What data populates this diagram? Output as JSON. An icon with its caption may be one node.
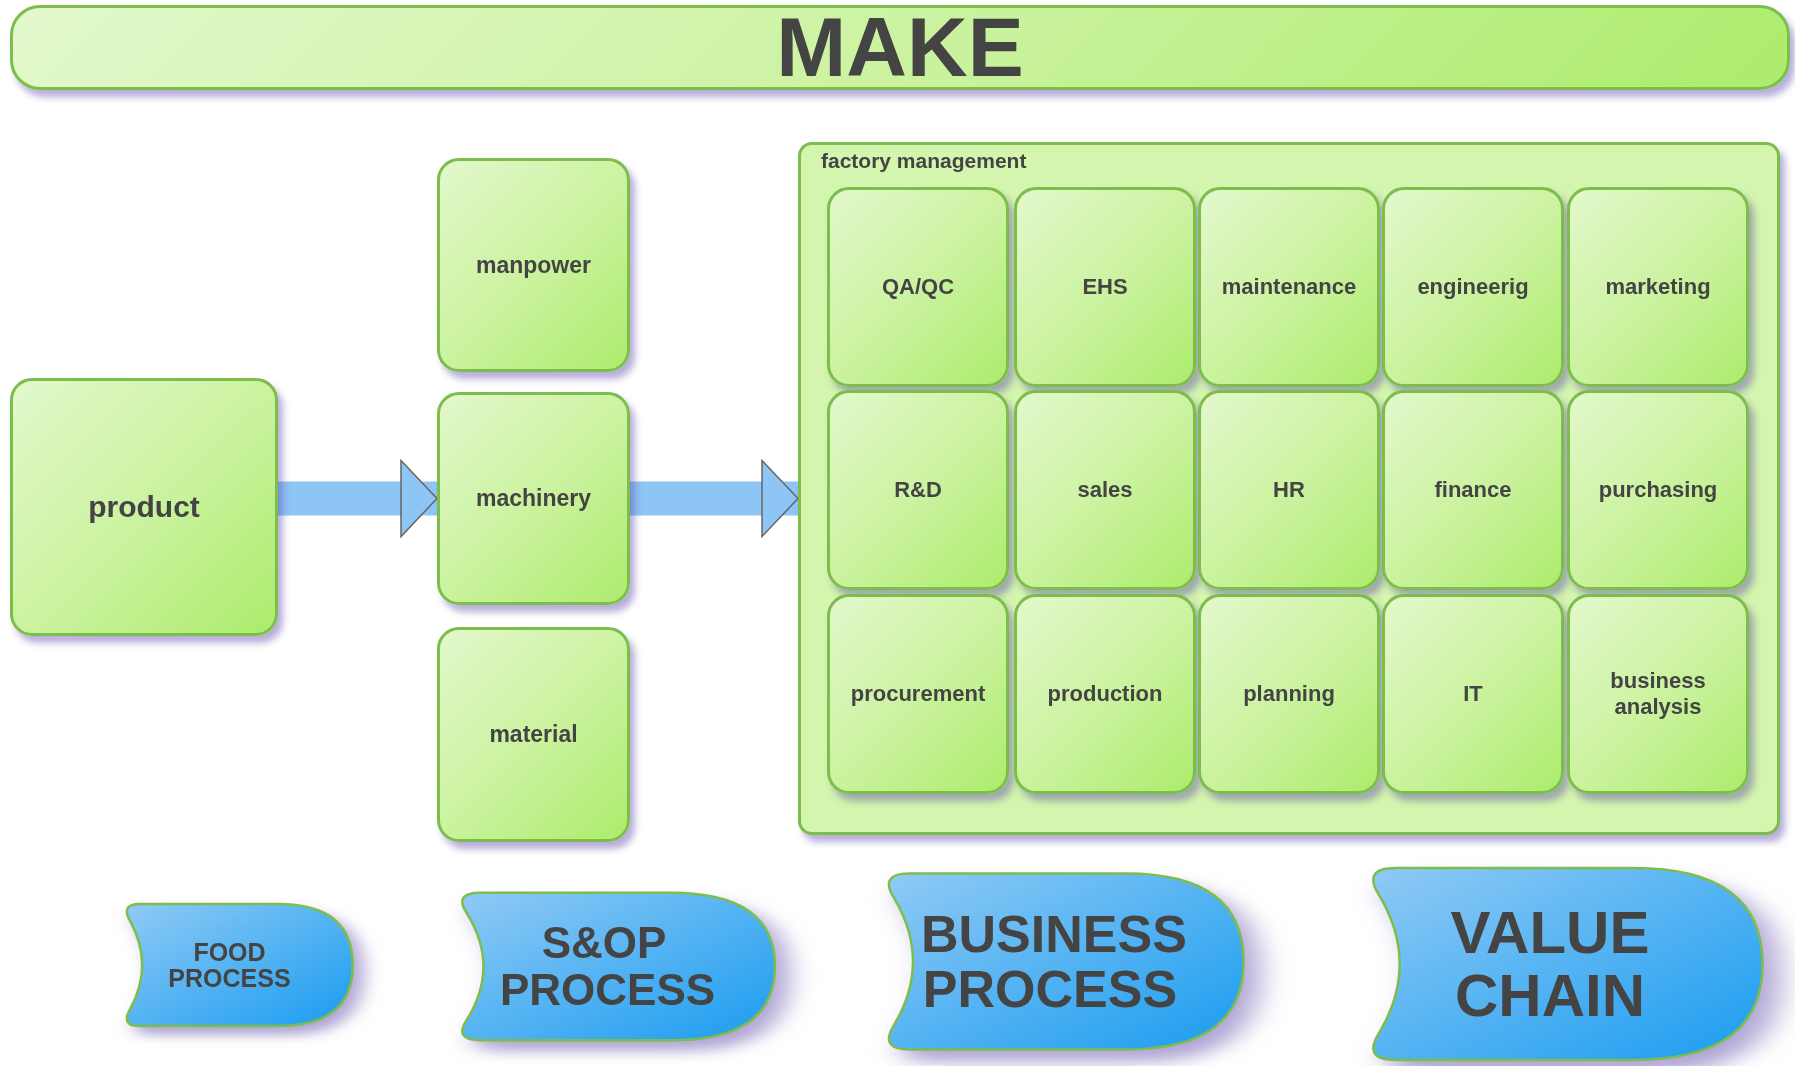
{
  "diagram": {
    "nodes": [
      {
        "text": [
          "MAKE"
        ]
      },
      {
        "text": [
          "product"
        ]
      },
      {
        "text": [
          "manpower"
        ]
      },
      {
        "text": [
          "machinery"
        ]
      },
      {
        "text": [
          "material"
        ]
      },
      {
        "text": [
          "factory management"
        ]
      },
      {
        "text": [
          "QA/QC"
        ],
        "in": 5
      },
      {
        "text": [
          "EHS"
        ],
        "in": 5
      },
      {
        "text": [
          "maintenance"
        ],
        "in": 5
      },
      {
        "text": [
          "engineerig"
        ],
        "in": 5
      },
      {
        "text": [
          "marketing"
        ],
        "in": 5
      },
      {
        "text": [
          "R&D"
        ],
        "in": 5
      },
      {
        "text": [
          "sales"
        ],
        "in": 5
      },
      {
        "text": [
          "HR"
        ],
        "in": 5
      },
      {
        "text": [
          "finance"
        ],
        "in": 5
      },
      {
        "text": [
          "purchasing"
        ],
        "in": 5
      },
      {
        "text": [
          "procurement"
        ],
        "in": 5
      },
      {
        "text": [
          "production"
        ],
        "in": 5
      },
      {
        "text": [
          "planning"
        ],
        "in": 5
      },
      {
        "text": [
          "IT"
        ],
        "in": 5
      },
      {
        "text": [
          "business analysis"
        ],
        "in": 5
      },
      {
        "text": [
          "FOOD PROCESS"
        ]
      },
      {
        "text": [
          "S&OP PROCESS"
        ]
      },
      {
        "text": [
          "BUSINESS PROCESS"
        ]
      },
      {
        "text": [
          "VALUE CHAIN"
        ]
      }
    ],
    "edges": [
      {
        "from": 1,
        "to": 3,
        "arrow": "to"
      },
      {
        "from": 3,
        "to": 5,
        "arrow": "to"
      }
    ]
  }
}
